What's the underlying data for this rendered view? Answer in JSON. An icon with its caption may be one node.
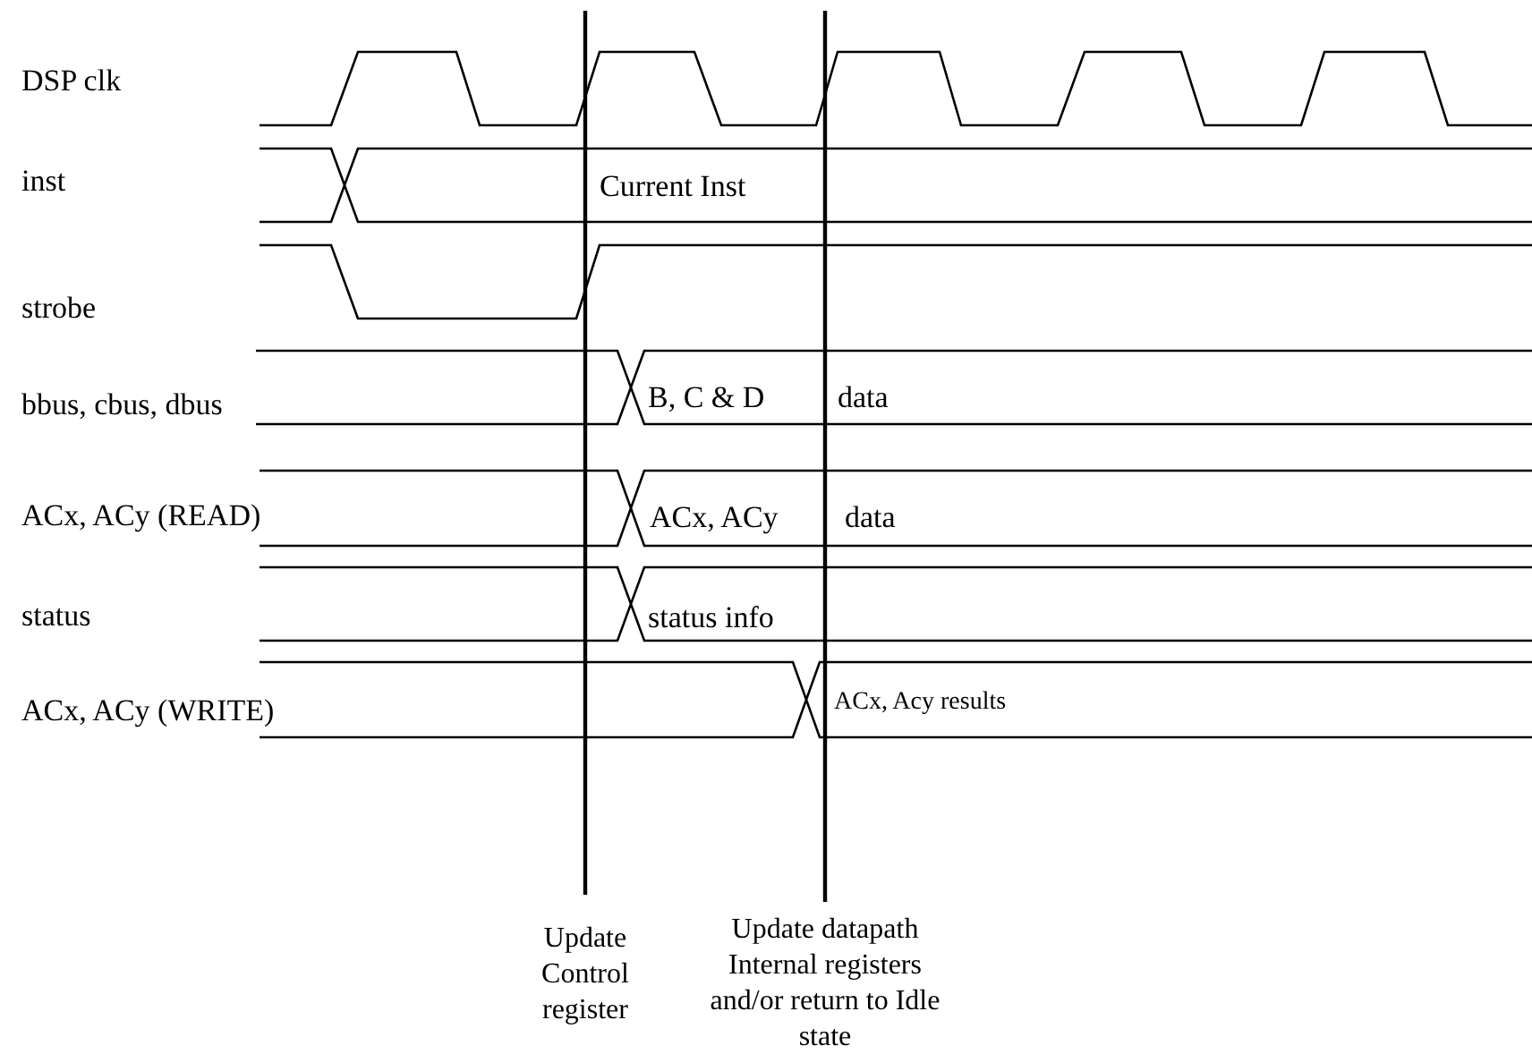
{
  "diagram": {
    "labels": [
      "DSP clk",
      "inst",
      "Current Inst",
      "strobe",
      "bbus, cbus, dbus",
      "B, C & D",
      "data",
      "ACx, ACy (READ)",
      "ACx, ACy",
      "data",
      "status",
      "status info",
      "ACx, ACy (WRITE)",
      "ACx, Acy results",
      "Update Control register",
      "Update datapath Internal registers and/or return to Idle state"
    ]
  }
}
